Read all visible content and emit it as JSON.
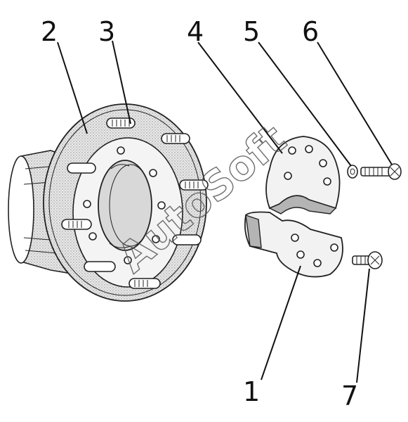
{
  "callouts": [
    {
      "id": "1",
      "label": "1"
    },
    {
      "id": "2",
      "label": "2"
    },
    {
      "id": "3",
      "label": "3"
    },
    {
      "id": "4",
      "label": "4"
    },
    {
      "id": "5",
      "label": "5"
    },
    {
      "id": "6",
      "label": "6"
    },
    {
      "id": "7",
      "label": "7"
    }
  ],
  "watermark": "AutoSoft",
  "colors": {
    "ink": "#222222",
    "shade": "#d8d8d8",
    "background": "#ffffff"
  }
}
